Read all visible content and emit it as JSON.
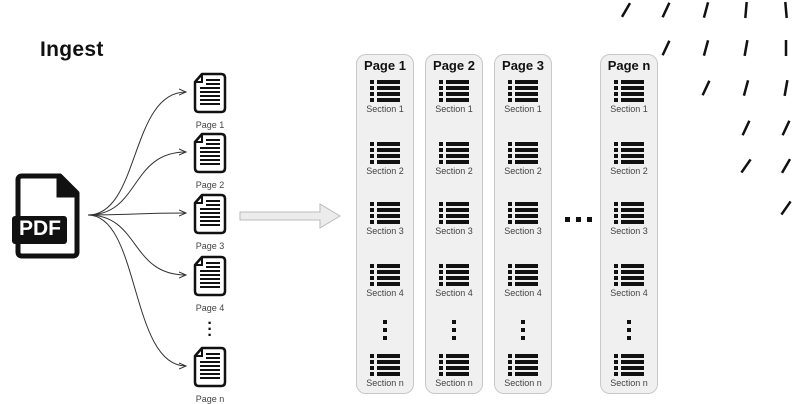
{
  "title": "Ingest",
  "source": {
    "label": "PDF",
    "icon": "pdf-file-icon"
  },
  "pages": [
    {
      "label": "Page 1"
    },
    {
      "label": "Page 2"
    },
    {
      "label": "Page 3"
    },
    {
      "label": "Page 4"
    },
    {
      "label": "Page n"
    }
  ],
  "columns": [
    {
      "header": "Page 1",
      "sections": [
        "Section 1",
        "Section 2",
        "Section 3",
        "Section 4",
        "Section n"
      ]
    },
    {
      "header": "Page 2",
      "sections": [
        "Section 1",
        "Section 2",
        "Section 3",
        "Section 4",
        "Section n"
      ]
    },
    {
      "header": "Page 3",
      "sections": [
        "Section 1",
        "Section 2",
        "Section 3",
        "Section 4",
        "Section n"
      ]
    },
    {
      "header": "Page n",
      "sections": [
        "Section 1",
        "Section 2",
        "Section 3",
        "Section 4",
        "Section n"
      ]
    }
  ],
  "colors": {
    "column_bg": "#f0f0f0",
    "column_border": "#c8c8c8",
    "arrow_fill": "#ececec",
    "ink": "#111111"
  }
}
